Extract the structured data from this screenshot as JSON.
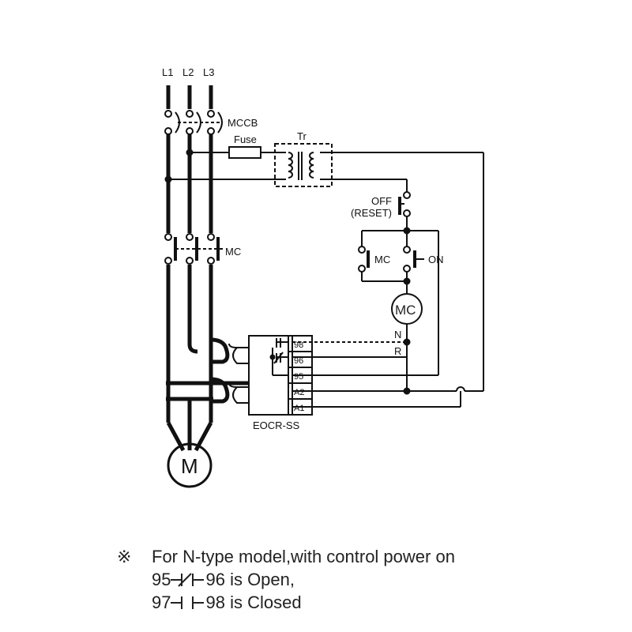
{
  "diagram": {
    "lines": [
      "L1",
      "L2",
      "L3"
    ],
    "breaker_label": "MCCB",
    "fuse_label": "Fuse",
    "transformer_label": "Tr",
    "off_label": "OFF",
    "reset_label": "(RESET)",
    "contactor_label": "MC",
    "aux_contact_label": "MC",
    "on_label": "ON",
    "coil_label": "MC",
    "n_label": "N",
    "r_label": "R",
    "terminals": [
      "98",
      "96",
      "95",
      "A2",
      "A1"
    ],
    "relay_label": "EOCR-SS",
    "motor_label": "M"
  },
  "note": {
    "mark": "※",
    "line1": "For N-type model,with control power on",
    "line2_left": "95",
    "line2_right": "96 is Open,",
    "line3_left": "97",
    "line3_right": "98 is Closed"
  }
}
